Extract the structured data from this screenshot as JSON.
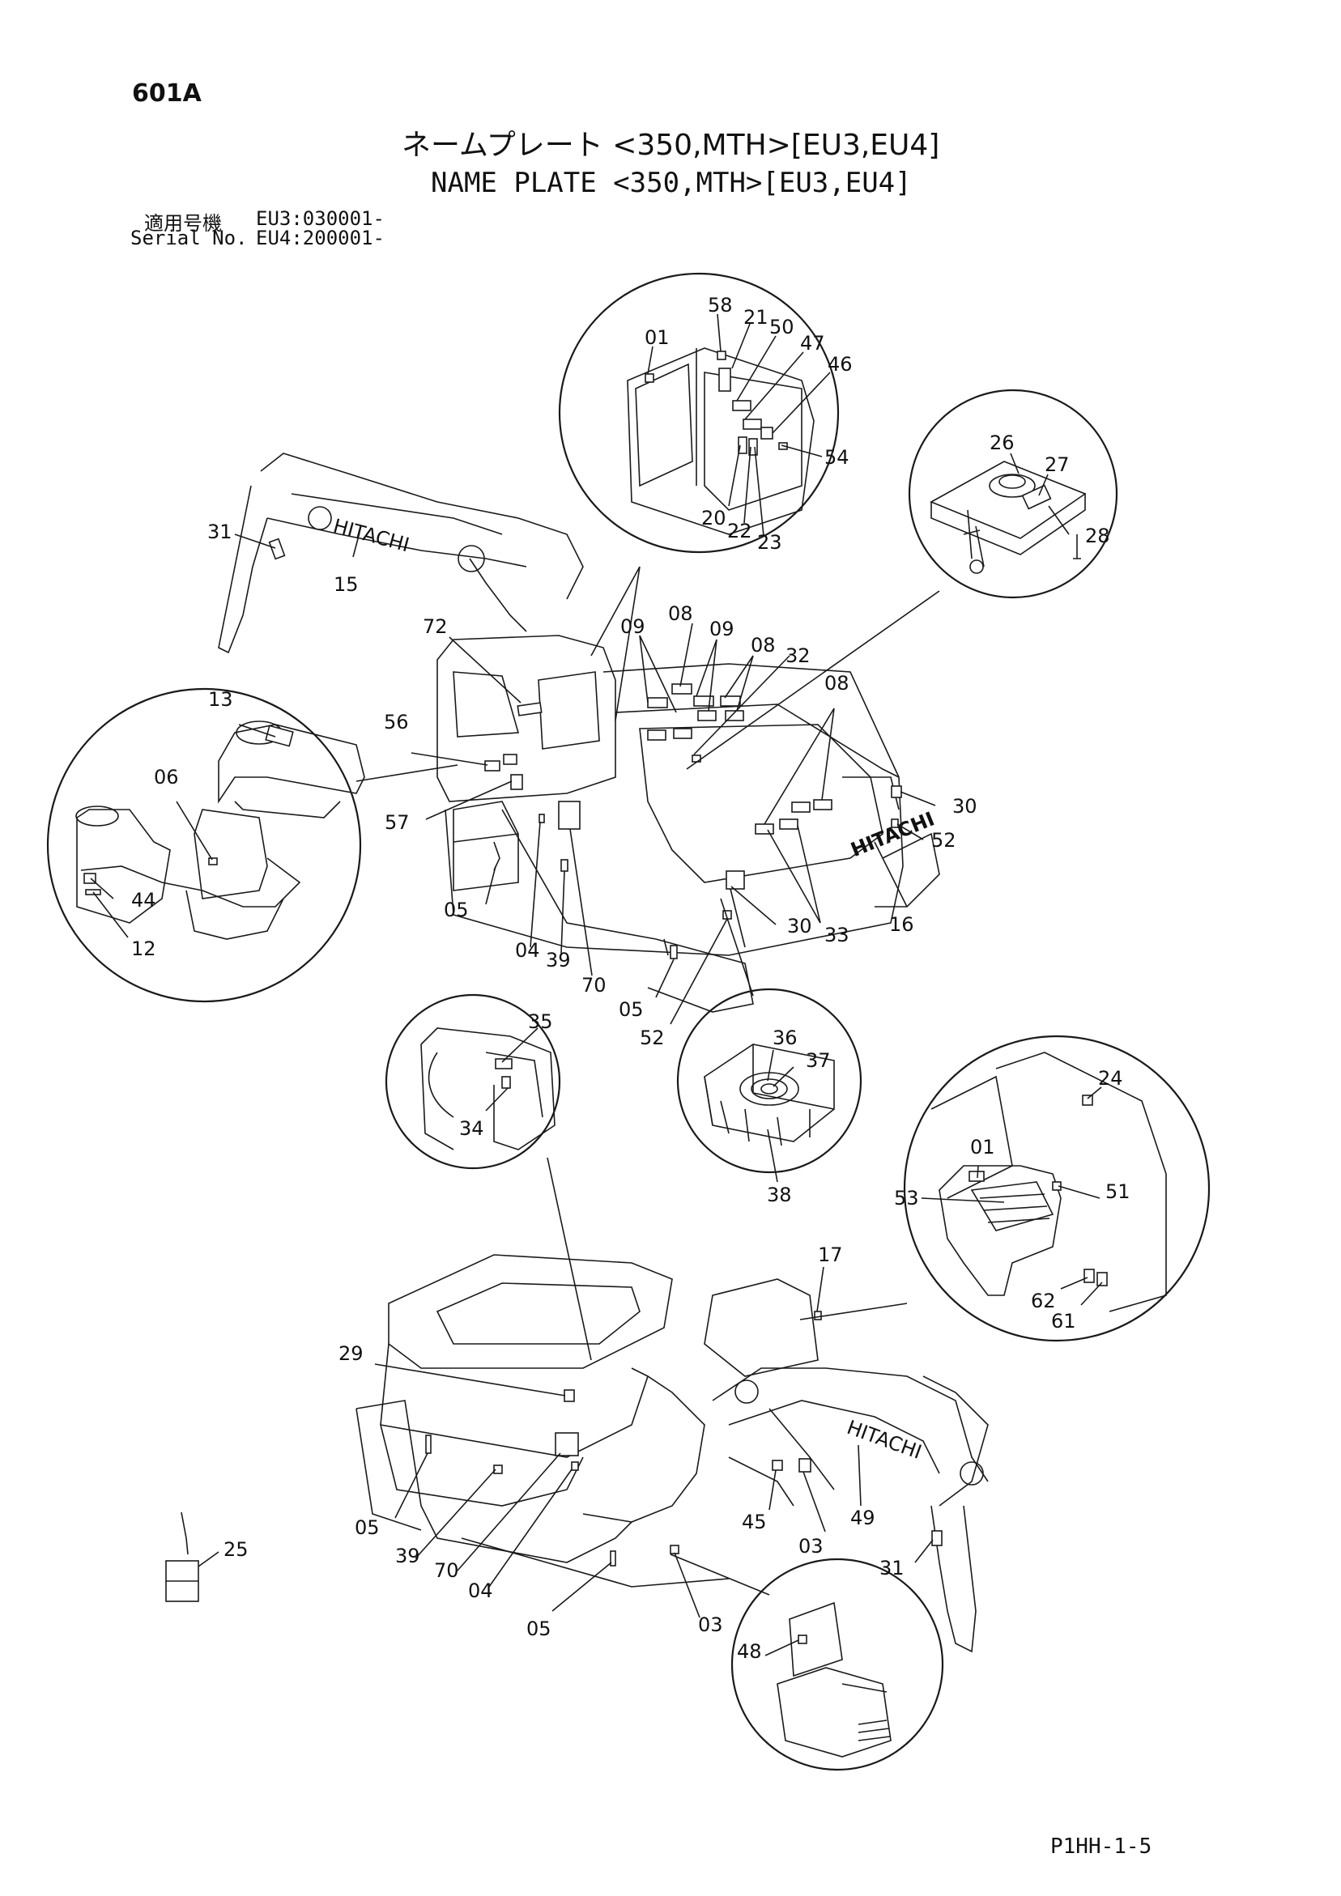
{
  "header": {
    "page_number": "601A",
    "title_jp": "ネームプレート <350,MTH>[EU3,EU4]",
    "title_en": "NAME PLATE <350,MTH>[EU3,EU4]",
    "serial_label_jp": "適用号機",
    "serial_label_en": "Serial No.",
    "serial_eu3": "EU3:030001-",
    "serial_eu4": "EU4:200001-"
  },
  "footer": {
    "code": "P1HH-1-5"
  },
  "diagram": {
    "brand_text": "HITACHI",
    "callouts": {
      "c01a": "01",
      "c58": "58",
      "c21": "21",
      "c50": "50",
      "c47": "47",
      "c46": "46",
      "c54": "54",
      "c20": "20",
      "c22": "22",
      "c23": "23",
      "c26": "26",
      "c27": "27",
      "c28": "28",
      "c31a": "31",
      "c15": "15",
      "c72": "72",
      "c09a": "09",
      "c08a": "08",
      "c09b": "09",
      "c08b": "08",
      "c32": "32",
      "c08c": "08",
      "c56": "56",
      "c57": "57",
      "c13": "13",
      "c06": "06",
      "c44": "44",
      "c12": "12",
      "c30a": "30",
      "c52a": "52",
      "c16": "16",
      "c33": "33",
      "c30b": "30",
      "c05a": "05",
      "c04a": "04",
      "c39a": "39",
      "c70a": "70",
      "c05b": "05",
      "c52b": "52",
      "c35": "35",
      "c34": "34",
      "c36": "36",
      "c37": "37",
      "c38": "38",
      "c24": "24",
      "c01b": "01",
      "c51": "51",
      "c53": "53",
      "c62": "62",
      "c61": "61",
      "c17": "17",
      "c29": "29",
      "c05c": "05",
      "c39b": "39",
      "c70b": "70",
      "c04b": "04",
      "c05d": "05",
      "c45": "45",
      "c03a": "03",
      "c49": "49",
      "c31b": "31",
      "c03b": "03",
      "c25": "25",
      "c48": "48"
    }
  }
}
